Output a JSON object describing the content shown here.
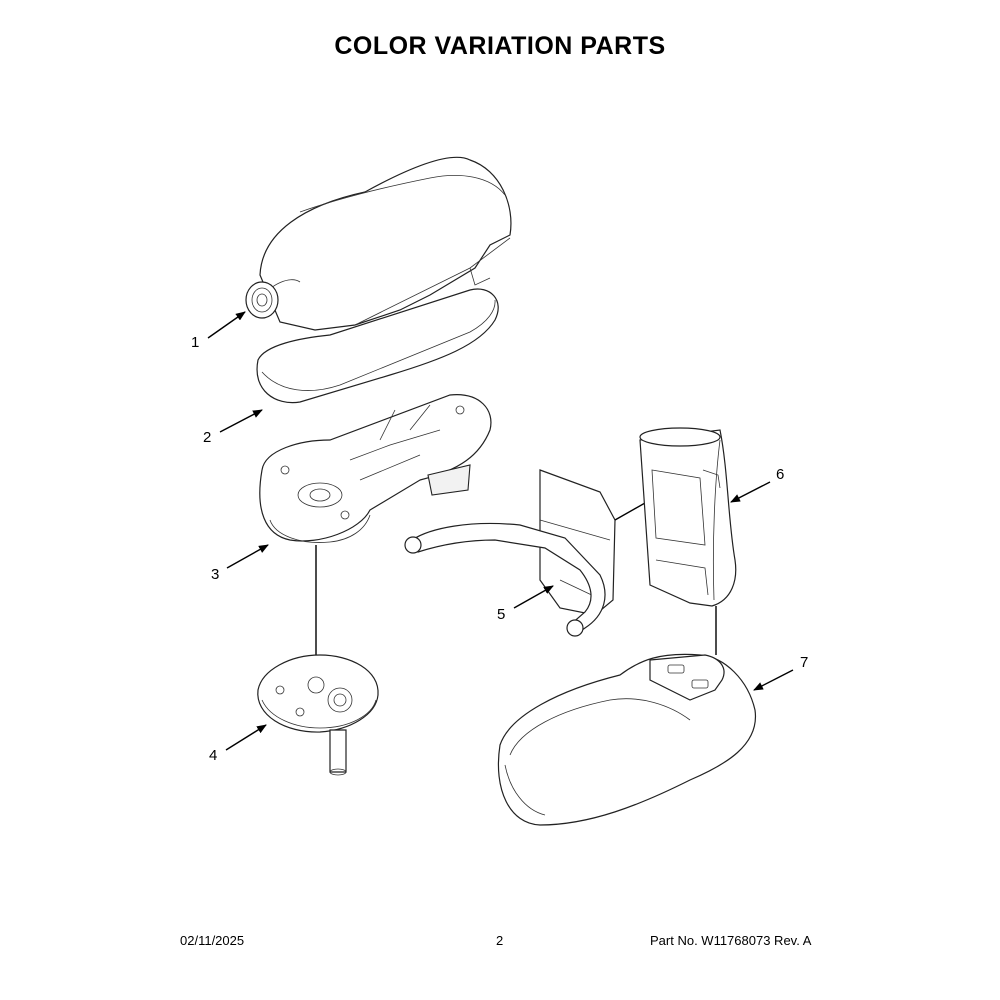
{
  "title": "COLOR VARIATION PARTS",
  "callouts": [
    {
      "id": "1",
      "label": "1"
    },
    {
      "id": "2",
      "label": "2"
    },
    {
      "id": "3",
      "label": "3"
    },
    {
      "id": "4",
      "label": "4"
    },
    {
      "id": "5",
      "label": "5"
    },
    {
      "id": "6",
      "label": "6"
    },
    {
      "id": "7",
      "label": "7"
    }
  ],
  "footer": {
    "date": "02/11/2025",
    "page": "2",
    "part_number": "Part No.  W11768073  Rev.  A"
  }
}
